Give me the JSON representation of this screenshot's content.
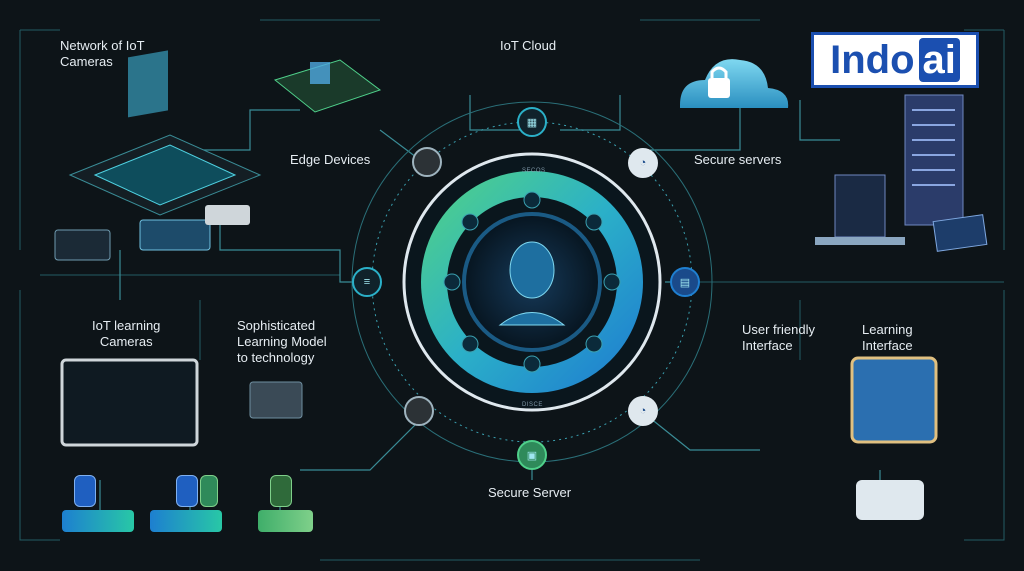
{
  "brand": {
    "logo_part1": "Indo",
    "logo_part2": "ai"
  },
  "labels": {
    "network_cameras": [
      "Network of IoT",
      "Cameras"
    ],
    "iot_cloud": "IoT Cloud",
    "edge_devices": "Edge Devices",
    "secure_servers": "Secure servers",
    "iot_learning_cameras": [
      "IoT learning",
      "Cameras"
    ],
    "sophisticated_model": [
      "Sophisticated",
      "Learning Model",
      "to technology"
    ],
    "user_friendly": [
      "User friendly",
      "Interface"
    ],
    "learning_interface": [
      "Learning",
      "Interface"
    ],
    "secure_server": "Secure Server",
    "ring_top": "SECOS",
    "ring_bottom": "DISCE"
  },
  "colors": {
    "accent_teal": "#2bb0c8",
    "accent_green": "#4fd08a",
    "accent_blue": "#1b4fb0",
    "background": "#0d1418"
  },
  "icons": {
    "nodes": [
      "cpu-icon",
      "document-icon",
      "chat-bubble-icon",
      "user-avatar-icon",
      "server-icon",
      "lock-cloud-icon"
    ]
  }
}
